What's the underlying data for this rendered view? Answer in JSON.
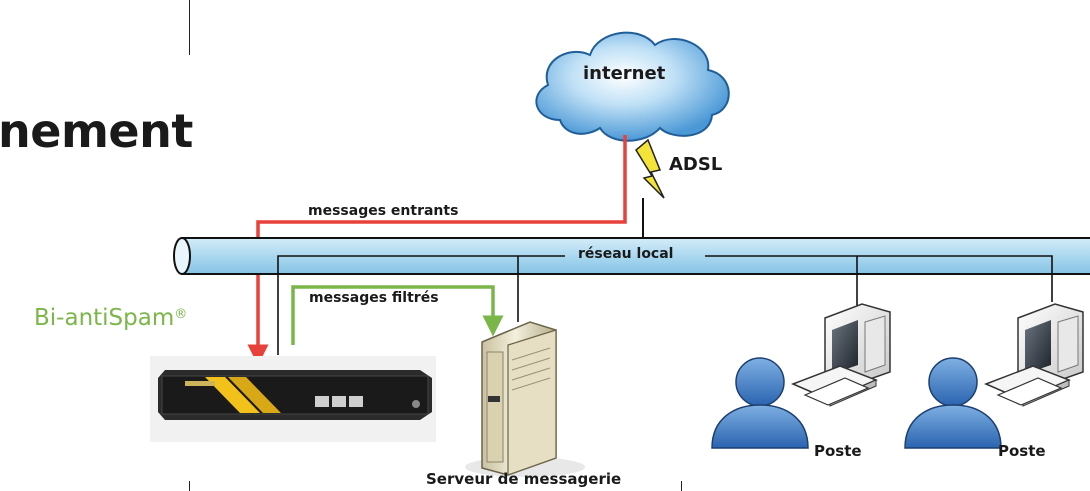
{
  "title": "nement",
  "product": {
    "name": "Bi-antiSpam",
    "mark": "®"
  },
  "labels": {
    "internet": "internet",
    "adsl": "ADSL",
    "incoming": "messages entrants",
    "filtered": "messages filtrés",
    "lan": "réseau local",
    "server": "Serveur de messagerie",
    "workstation_1": "Poste",
    "workstation_2": "Poste"
  },
  "colors": {
    "incoming_arrow": "#e8403a",
    "filtered_arrow": "#7ab648",
    "brand": "#7ab648",
    "lan_pipe": "#a9d7ef",
    "adsl_bolt": "#f4e43a"
  },
  "icons": [
    "cloud-icon",
    "lightning-bolt-icon",
    "appliance-icon",
    "server-icon",
    "user-icon",
    "computer-icon"
  ]
}
